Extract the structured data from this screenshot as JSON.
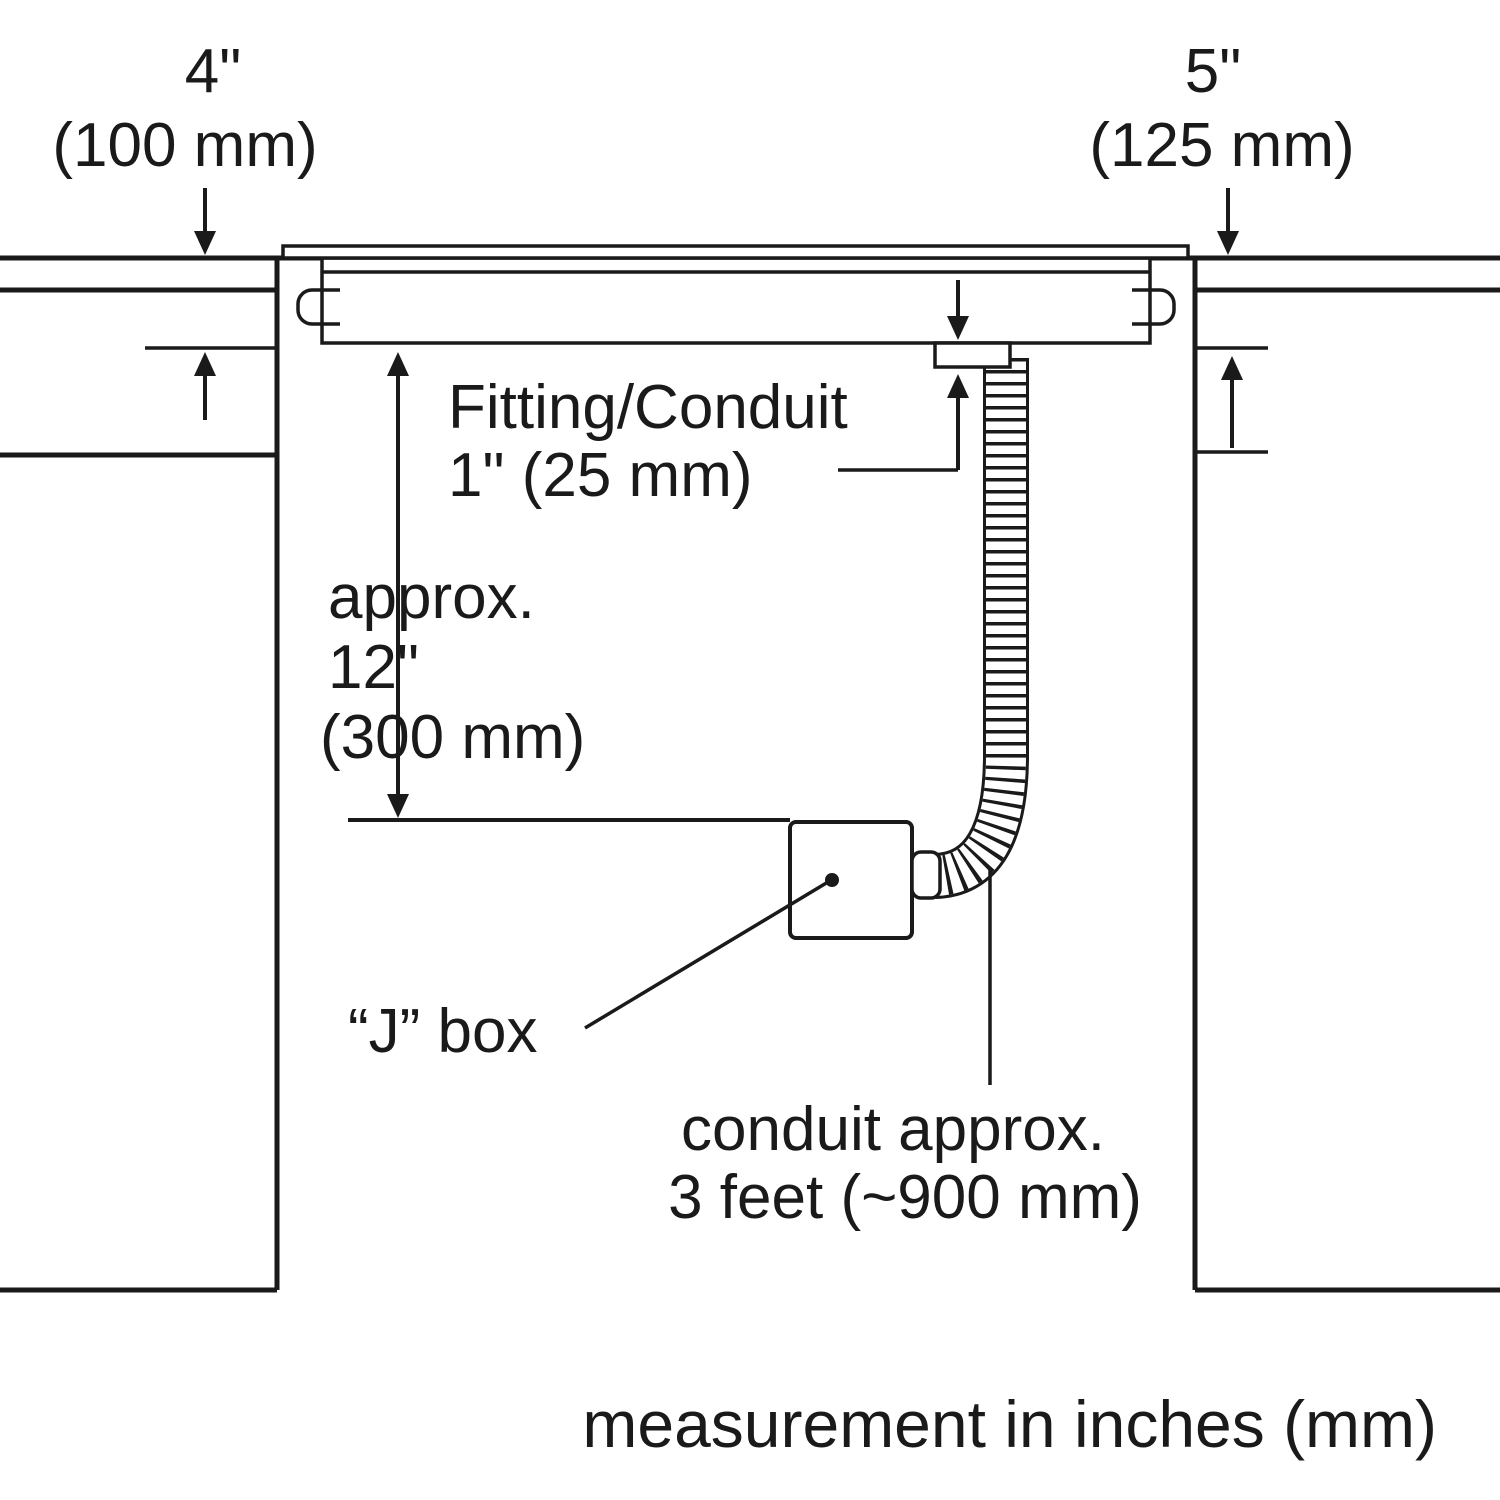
{
  "diagram": {
    "dim_left": {
      "value": "4\"",
      "metric": "(100 mm)"
    },
    "dim_right": {
      "value": "5\"",
      "metric": "(125 mm)"
    },
    "fitting": {
      "line1": "Fitting/Conduit",
      "line2": "1\" (25 mm)"
    },
    "depth": {
      "line1": "approx.",
      "line2": "12\"",
      "line3": "(300 mm)"
    },
    "jbox": {
      "label": "“J” box"
    },
    "conduit": {
      "line1": "conduit approx.",
      "line2": "3 feet (~900 mm)"
    },
    "footer": "measurement in inches (mm)",
    "colors": {
      "line": "#1a1a1a",
      "background": "#ffffff"
    }
  }
}
